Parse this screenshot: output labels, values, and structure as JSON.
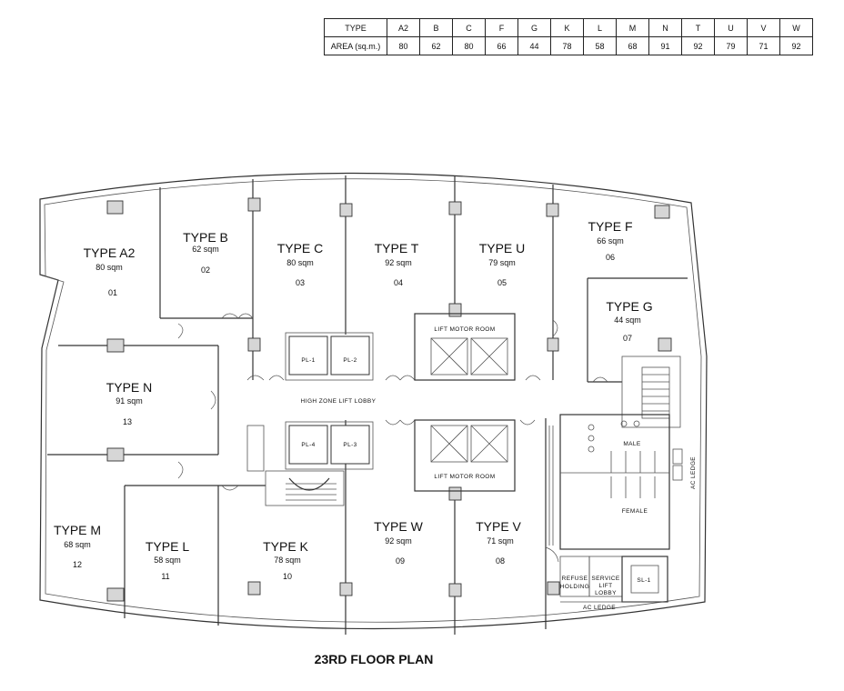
{
  "table": {
    "type_label": "TYPE",
    "area_label": "AREA (sq.m.)",
    "columns": [
      {
        "type": "A2",
        "area": "80"
      },
      {
        "type": "B",
        "area": "62"
      },
      {
        "type": "C",
        "area": "80"
      },
      {
        "type": "F",
        "area": "66"
      },
      {
        "type": "G",
        "area": "44"
      },
      {
        "type": "K",
        "area": "78"
      },
      {
        "type": "L",
        "area": "58"
      },
      {
        "type": "M",
        "area": "68"
      },
      {
        "type": "N",
        "area": "91"
      },
      {
        "type": "T",
        "area": "92"
      },
      {
        "type": "U",
        "area": "79"
      },
      {
        "type": "V",
        "area": "71"
      },
      {
        "type": "W",
        "area": "92"
      }
    ]
  },
  "units": {
    "a2": {
      "name": "TYPE A2",
      "area": "80 sqm",
      "number": "01"
    },
    "b": {
      "name": "TYPE B",
      "area": "62 sqm",
      "number": "02"
    },
    "c": {
      "name": "TYPE C",
      "area": "80 sqm",
      "number": "03"
    },
    "t": {
      "name": "TYPE  T",
      "area": "92 sqm",
      "number": "04"
    },
    "u": {
      "name": "TYPE U",
      "area": "79 sqm",
      "number": "05"
    },
    "f": {
      "name": "TYPE F",
      "area": "66 sqm",
      "number": "06"
    },
    "g": {
      "name": "TYPE G",
      "area": "44 sqm",
      "number": "07"
    },
    "v": {
      "name": "TYPE V",
      "area": "71 sqm",
      "number": "08"
    },
    "w": {
      "name": "TYPE W",
      "area": "92 sqm",
      "number": "09"
    },
    "k": {
      "name": "TYPE K",
      "area": "78 sqm",
      "number": "10"
    },
    "l": {
      "name": "TYPE L",
      "area": "58 sqm",
      "number": "11"
    },
    "m": {
      "name": "TYPE M",
      "area": "68 sqm",
      "number": "12"
    },
    "n": {
      "name": "TYPE N",
      "area": "91 sqm",
      "number": "13"
    }
  },
  "core": {
    "pl1": "PL-1",
    "pl2": "PL-2",
    "pl3": "PL-3",
    "pl4": "PL-4",
    "sl1": "SL-1",
    "lobby": "HIGH  ZONE  LIFT  LOBBY",
    "lift_motor_top": "LIFT  MOTOR  ROOM",
    "lift_motor_bottom": "LIFT  MOTOR  ROOM",
    "male": "MALE",
    "female": "FEMALE",
    "refuse_1": "REFUSE",
    "refuse_2": "HOLDING",
    "service_1": "SERVICE",
    "service_2": "LIFT",
    "service_3": "LOBBY",
    "ac_ledge_right": "AC  LEDGE",
    "ac_ledge_bottom": "AC  LEDGE"
  },
  "caption": "23RD FLOOR PLAN"
}
